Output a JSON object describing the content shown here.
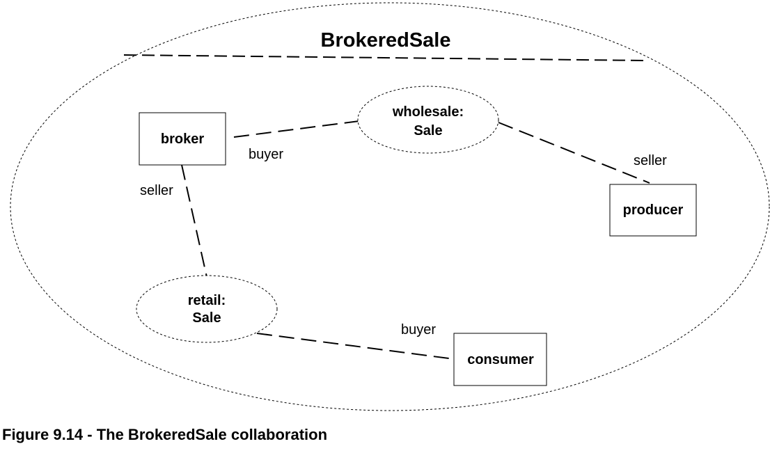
{
  "collaboration": {
    "title": "BrokeredSale"
  },
  "classifiers": {
    "broker": "broker",
    "producer": "producer",
    "consumer": "consumer"
  },
  "collaboration_uses": {
    "wholesale": {
      "line1": "wholesale:",
      "line2": "Sale"
    },
    "retail": {
      "line1": "retail:",
      "line2": "Sale"
    }
  },
  "role_labels": {
    "broker_buyer": "buyer",
    "producer_seller": "seller",
    "broker_seller": "seller",
    "consumer_buyer": "buyer"
  },
  "caption": "Figure 9.14 - The BrokeredSale collaboration"
}
